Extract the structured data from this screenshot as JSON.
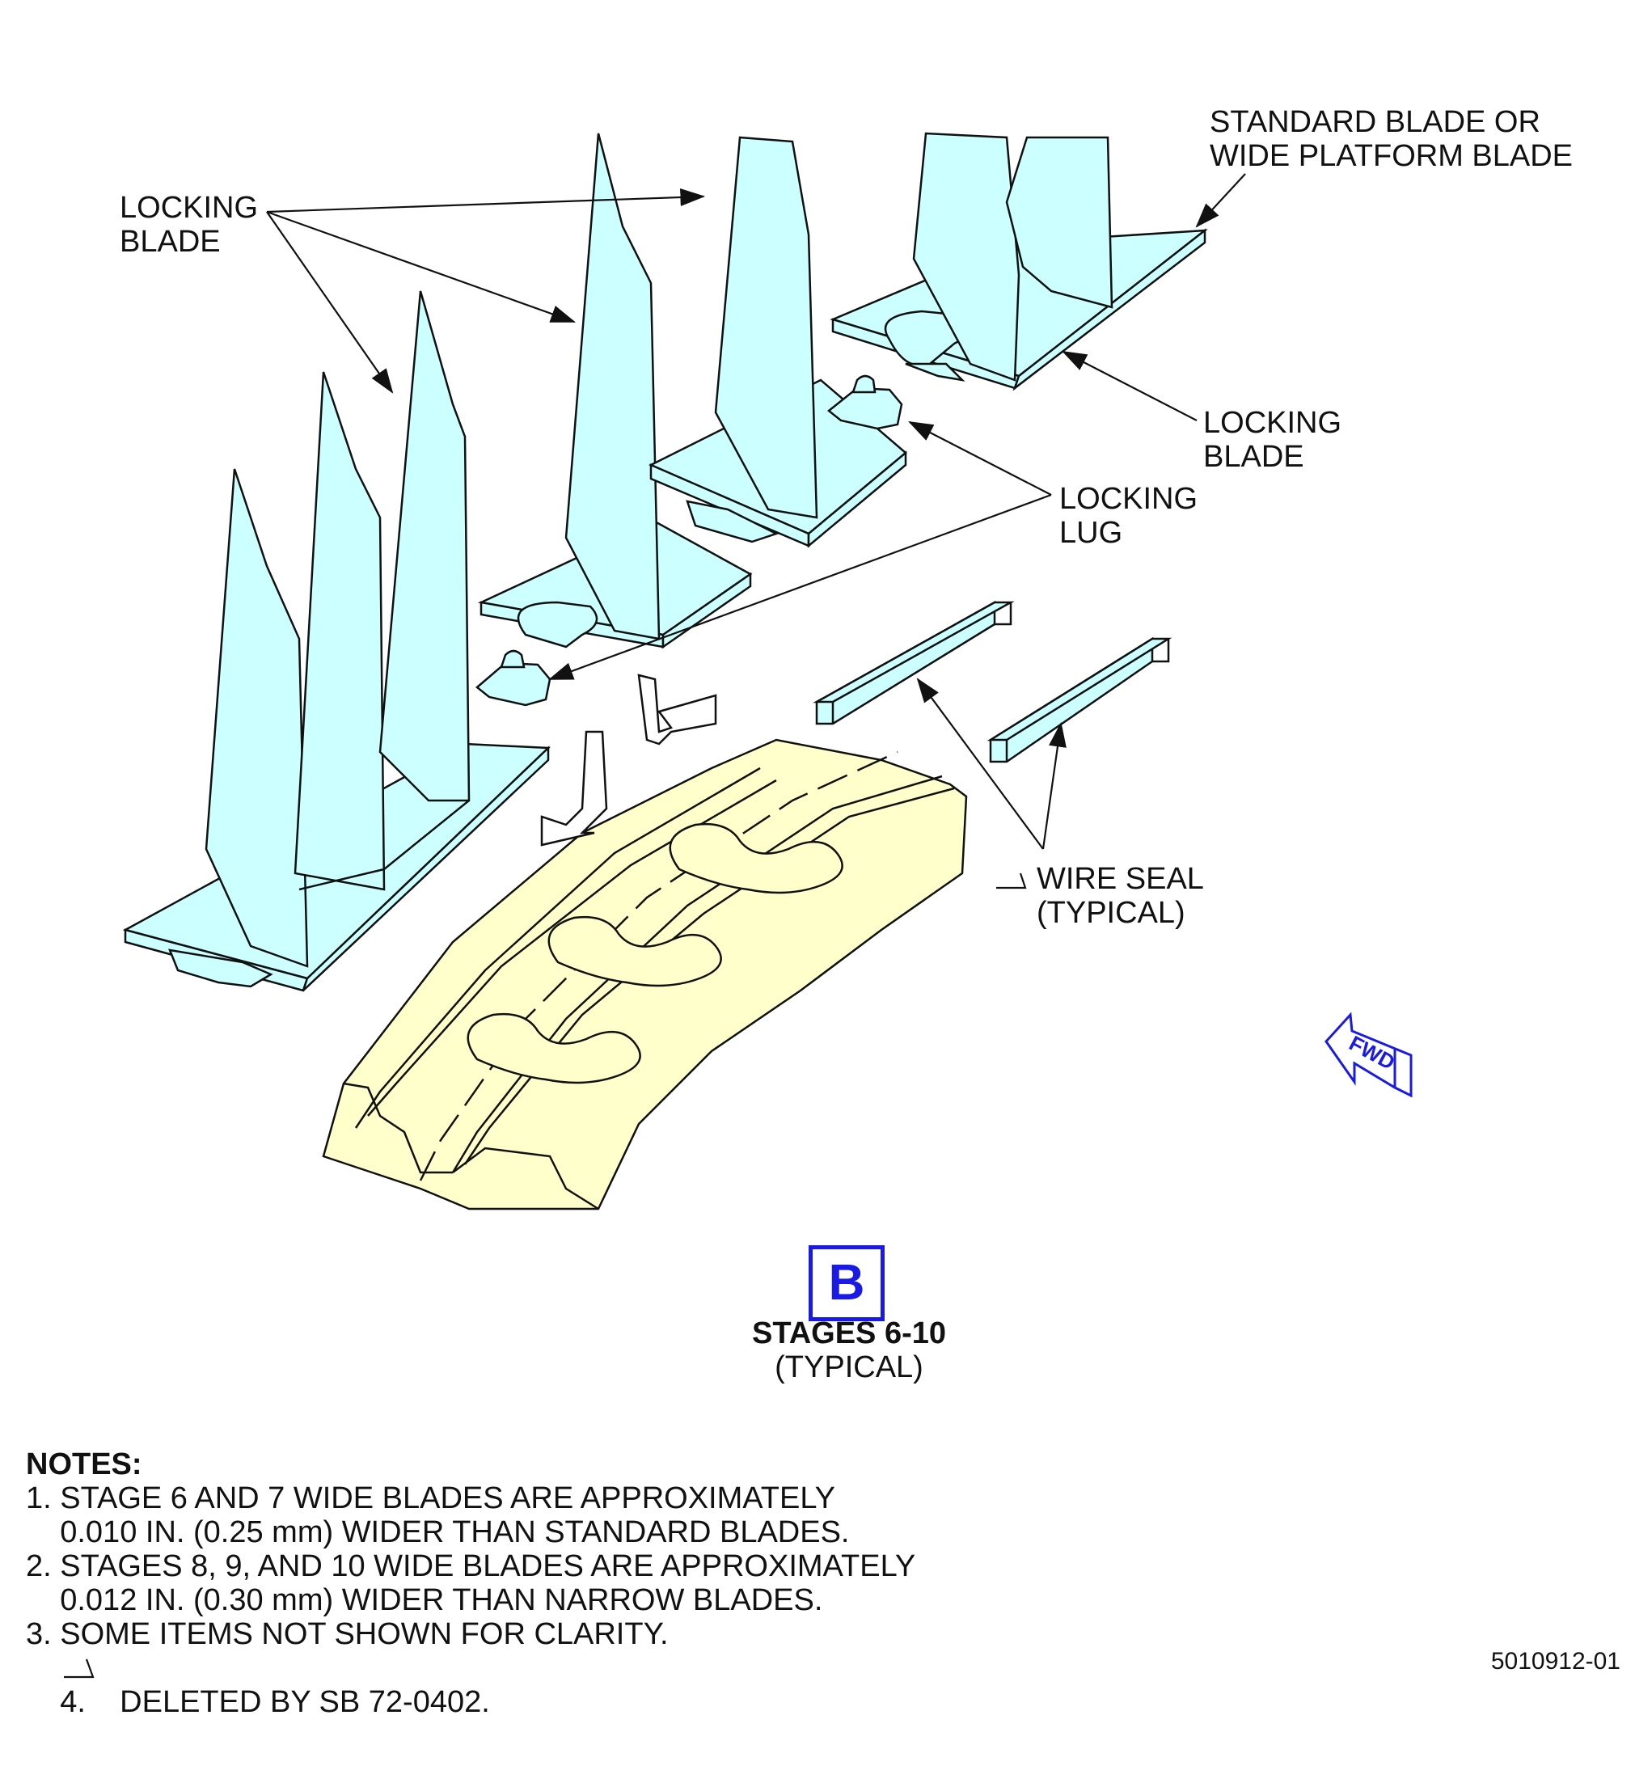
{
  "labels": {
    "locking_blade_left": "LOCKING\nBLADE",
    "standard_blade": "STANDARD BLADE OR\nWIDE PLATFORM BLADE",
    "locking_blade_right": "LOCKING\nBLADE",
    "locking_lug": "LOCKING\nLUG",
    "wire_seal": "WIRE SEAL\n(TYPICAL)"
  },
  "view": {
    "letter": "B",
    "title": "STAGES 6-10",
    "subtitle": "(TYPICAL)"
  },
  "fwd_arrow": "FWD",
  "notes": {
    "heading": "NOTES:",
    "items": [
      "1. STAGE 6 AND 7 WIDE BLADES ARE APPROXIMATELY\n    0.010 IN. (0.25 mm) WIDER THAN STANDARD BLADES.",
      "2. STAGES 8, 9, AND 10 WIDE BLADES ARE APPROXIMATELY\n    0.012 IN. (0.30 mm) WIDER THAN NARROW BLADES.",
      "3. SOME ITEMS NOT SHOWN FOR CLARITY.",
      "4.    DELETED BY SB 72-0402."
    ]
  },
  "figure_id": "5010912-01",
  "colors": {
    "blade_fill": "#ccffff",
    "disk_fill": "#ffffcc",
    "accent_blue": "#1a1ae6",
    "line": "#111111"
  }
}
